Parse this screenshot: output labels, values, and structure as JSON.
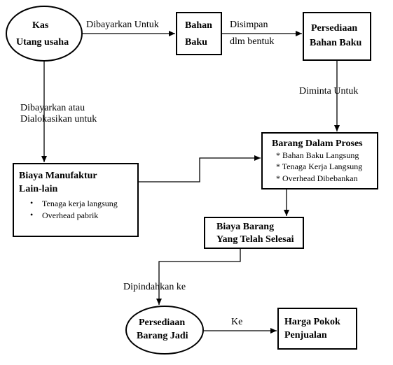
{
  "nodes": {
    "kas": {
      "line1": "Kas",
      "line2": "Utang usaha"
    },
    "bahan_baku": {
      "line1": "Bahan",
      "line2": "Baku"
    },
    "persediaan_bahan_baku": {
      "line1": "Persediaan",
      "line2": "Bahan Baku"
    },
    "barang_dalam_proses": {
      "title": "Barang Dalam Proses",
      "items": [
        "* Bahan Baku Langsung",
        "* Tenaga Kerja Langsung",
        "* Overhead Dibebankan"
      ]
    },
    "biaya_manufaktur": {
      "line1": "Biaya Manufaktur",
      "line2": "Lain-lain",
      "bullets": [
        "Tenaga kerja langsung",
        "Overhead pabrik"
      ],
      "bullet_symbol": "•"
    },
    "biaya_barang_selesai": {
      "line1": "Biaya Barang",
      "line2": "Yang Telah Selesai"
    },
    "persediaan_barang_jadi": {
      "line1": "Persediaan",
      "line2": "Barang Jadi"
    },
    "harga_pokok_penjualan": {
      "line1": "Harga Pokok",
      "line2": "Penjualan"
    }
  },
  "edge_labels": {
    "dibayarkan_untuk": "Dibayarkan Untuk",
    "disimpan_1": "Disimpan",
    "disimpan_2": "dlm bentuk",
    "diminta_untuk": "Diminta Untuk",
    "dibayarkan_atau": "Dibayarkan atau",
    "dialokasikan": "Dialokasikan untuk",
    "dipindahkan_ke": "Dipindahkan ke",
    "ke": "Ke"
  }
}
